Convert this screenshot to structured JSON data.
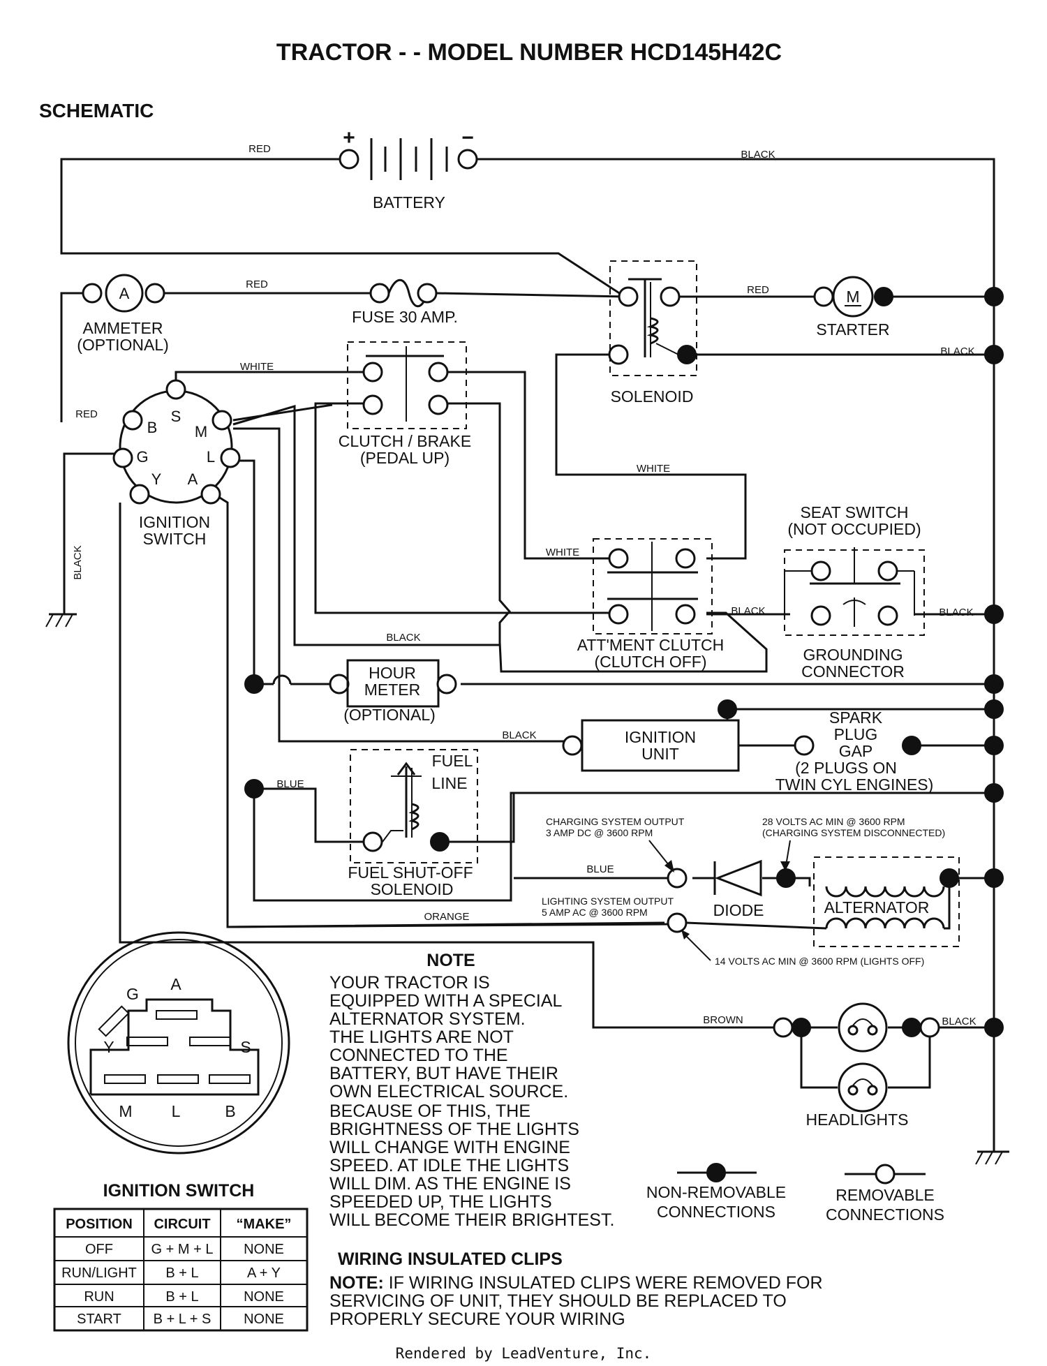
{
  "title": "TRACTOR - - MODEL NUMBER HCD145H42C",
  "section": "SCHEMATIC",
  "components": {
    "battery": "BATTERY",
    "battery_plus": "+",
    "battery_minus": "−",
    "ammeter": [
      "AMMETER",
      "(OPTIONAL)"
    ],
    "ammeter_symbol": "A",
    "fuse": "FUSE 30 AMP.",
    "solenoid": "SOLENOID",
    "starter": "STARTER",
    "starter_symbol": "M",
    "clutch_brake": [
      "CLUTCH / BRAKE",
      "(PEDAL UP)"
    ],
    "ignition_switch": [
      "IGNITION",
      "SWITCH"
    ],
    "seat_switch": [
      "SEAT SWITCH",
      "(NOT OCCUPIED)"
    ],
    "attachment_clutch": [
      "ATT'MENT CLUTCH",
      "(CLUTCH OFF)"
    ],
    "grounding_connector": [
      "GROUNDING",
      "CONNECTOR"
    ],
    "hour_meter": [
      "HOUR",
      "METER"
    ],
    "hour_meter_optional": "(OPTIONAL)",
    "ignition_unit": [
      "IGNITION",
      "UNIT"
    ],
    "spark_plug": [
      "SPARK",
      "PLUG",
      "GAP",
      "(2 PLUGS ON",
      "TWIN CYL  ENGINES)"
    ],
    "fuel_line": [
      "FUEL",
      "LINE"
    ],
    "fuel_solenoid": [
      "FUEL SHUT-OFF",
      "SOLENOID"
    ],
    "diode": "DIODE",
    "alternator": "ALTERNATOR",
    "headlights": "HEADLIGHTS"
  },
  "terminals": {
    "B": "B",
    "S": "S",
    "M": "M",
    "G": "G",
    "L": "L",
    "Y": "Y",
    "A": "A"
  },
  "wires": {
    "red": "RED",
    "black": "BLACK",
    "white": "WHITE",
    "blue": "BLUE",
    "orange": "ORANGE",
    "brown": "BROWN"
  },
  "specs": {
    "charging_output": [
      "CHARGING SYSTEM OUTPUT",
      "3 AMP DC @ 3600 RPM"
    ],
    "ac_28": [
      "28 VOLTS AC MIN  @ 3600 RPM",
      "(CHARGING SYSTEM DISCONNECTED)"
    ],
    "lighting_output": [
      "LIGHTING SYSTEM OUTPUT",
      "5 AMP AC @ 3600 RPM"
    ],
    "ac_14": "14 VOLTS AC MIN  @ 3600 RPM (LIGHTS OFF)"
  },
  "note": {
    "heading": "NOTE",
    "lines": [
      "YOUR TRACTOR IS",
      "EQUIPPED WITH A SPECIAL",
      "ALTERNATOR SYSTEM.",
      "THE LIGHTS ARE NOT",
      "CONNECTED TO THE",
      "BATTERY, BUT HAVE THEIR",
      "OWN ELECTRICAL SOURCE.",
      "BECAUSE OF THIS, THE",
      "BRIGHTNESS OF THE LIGHTS",
      "WILL CHANGE WITH ENGINE",
      "SPEED.  AT IDLE THE LIGHTS",
      "WILL DIM.  AS THE ENGINE IS",
      "SPEEDED UP, THE LIGHTS",
      "WILL BECOME THEIR BRIGHTEST."
    ]
  },
  "legend": {
    "non_removable": [
      "NON-REMOVABLE",
      "CONNECTIONS"
    ],
    "removable": [
      "REMOVABLE",
      "CONNECTIONS"
    ]
  },
  "switch_detail": {
    "letters": {
      "G": "G",
      "A": "A",
      "Y": "Y",
      "S": "S",
      "M": "M",
      "L": "L",
      "B": "B"
    }
  },
  "ignition_table": {
    "title": "IGNITION SWITCH",
    "headers": [
      "POSITION",
      "CIRCUIT",
      "“MAKE”"
    ],
    "rows": [
      [
        "OFF",
        "G + M + L",
        "NONE"
      ],
      [
        "RUN/LIGHT",
        "B + L",
        "A + Y"
      ],
      [
        "RUN",
        "B + L",
        "NONE"
      ],
      [
        "START",
        "B + L + S",
        "NONE"
      ]
    ]
  },
  "clips": {
    "heading": "WIRING INSULATED CLIPS",
    "note_label": "NOTE:",
    "note_first": " IF WIRING INSULATED CLIPS WERE REMOVED FOR",
    "note_rest": [
      "SERVICING OF UNIT, THEY SHOULD BE REPLACED TO",
      "PROPERLY SECURE YOUR WIRING"
    ]
  },
  "footer": "Rendered by LeadVenture, Inc."
}
